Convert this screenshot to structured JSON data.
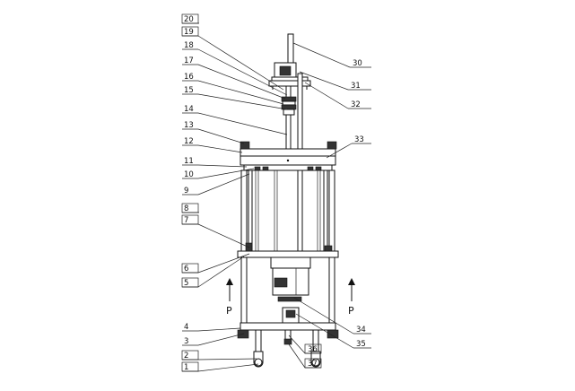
{
  "callouts": {
    "left": [
      "20",
      "19",
      "18",
      "17",
      "16",
      "15",
      "14",
      "13",
      "12",
      "11",
      "10",
      "9",
      "8",
      "7",
      "6",
      "5",
      "4",
      "3",
      "2",
      "1"
    ],
    "right": [
      "30",
      "31",
      "32",
      "33",
      "34",
      "35",
      "36",
      "37"
    ]
  },
  "section_marks": {
    "left": "P",
    "right": "P"
  }
}
